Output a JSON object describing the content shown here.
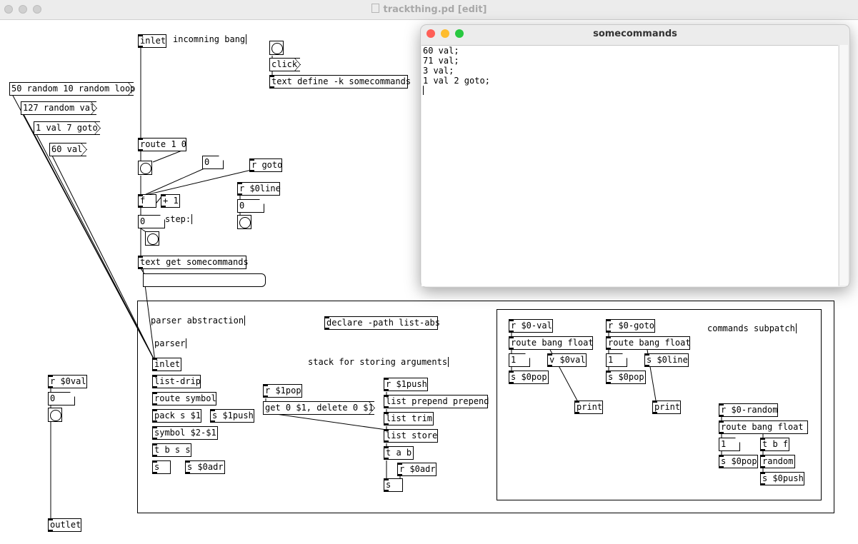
{
  "window": {
    "title": "trackthing.pd [edit]"
  },
  "text_window": {
    "title": "somecommands",
    "lines": [
      "60 val;",
      "71 val;",
      "3 val;",
      "1 val 2 goto;"
    ]
  },
  "colors": {
    "titlebar": "#ececec",
    "close": "#ff5f57",
    "minimize": "#febc2e",
    "zoom": "#28c840"
  },
  "objects": {
    "inlet_top": "inlet",
    "route_10": "route 1 0",
    "f": "f",
    "plus1": "+ 1",
    "r_goto": "r goto",
    "r_0line": "r $0line",
    "text_get": "text get somecommands",
    "text_define": "text define -k somecommands",
    "declare": "declare -path list-abs",
    "inlet_parser": "inlet",
    "list_drip": "list-drip",
    "route_symbol": "route symbol",
    "pack_s": "pack s $1",
    "s_1push": "s $1push",
    "symbol_2_1": "symbol $2-$1",
    "t_bss": "t b s s",
    "s_left": "s",
    "s_0adr": "s $0adr",
    "r_1pop": "r $1pop",
    "r_1push": "r $1push",
    "list_prepend": "list prepend prepend",
    "list_trim": "list trim",
    "list_store": "list store",
    "t_ab": "t a b",
    "r_0adr": "r $0adr",
    "s_bottom": "s",
    "r_0val": "r $0val",
    "outlet": "outlet",
    "r_0val_sub": "r $0-val",
    "route_bf_1": "route bang float",
    "v_0val": "v $0val",
    "s_0pop_1": "s $0pop",
    "print_1": "print",
    "r_0goto": "r $0-goto",
    "route_bf_2": "route bang float",
    "s_0line": "s $0line",
    "s_0pop_2": "s $0pop",
    "print_2": "print",
    "r_0random": "r $0-random",
    "route_bf_3": "route bang float",
    "t_bf": "t b f",
    "random": "random",
    "s_0pop_3": "s $0pop",
    "s_0push": "s $0push"
  },
  "messages": {
    "loop": "50 random 10 random loop",
    "random_val": "127 random val",
    "val_goto": "1 val 7 goto",
    "val60": "60 val",
    "click": "click",
    "get_delete": "get 0 $1, delete 0 $1"
  },
  "atoms": {
    "a_goto_in": "0",
    "a_counter": "0",
    "a_line": "0",
    "a_val": "0",
    "a_sub1": "1",
    "a_sub2": "1",
    "a_sub3": "1"
  },
  "comments": {
    "incoming": "incomning bang",
    "step": "step:",
    "parser_abstraction": "parser abstraction",
    "parser": "parser",
    "stack": "stack for storing arguments",
    "commands_subpatch": "commands subpatch"
  }
}
